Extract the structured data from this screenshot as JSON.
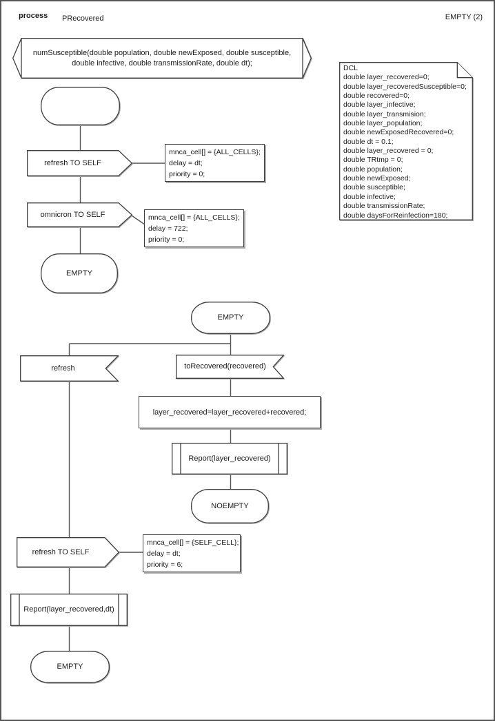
{
  "colors": {
    "background": "#ffffff",
    "line": "#525252",
    "shape_stroke": "#3e3e3e",
    "shadow": "#ababab",
    "text": "#1b1b1b"
  },
  "header": {
    "kind": "process",
    "name": "PRecovered",
    "page": "EMPTY (2)"
  },
  "declaration": {
    "lines": [
      "numSusceptible(double population, double newExposed, double susceptible,",
      "double infective, double transmissionRate, double dt);"
    ]
  },
  "dcl_note": {
    "lines": [
      "DCL",
      "double layer_recovered=0;",
      "double layer_recoveredSusceptible=0;",
      "double recovered=0;",
      "double layer_infective;",
      "double layer_transmision;",
      "double layer_population;",
      "double newExposedRecovered=0;",
      "double dt = 0.1;",
      "double layer_recovered = 0;",
      "double TRtmp = 0;",
      "double population;",
      "double newExposed;",
      "double susceptible;",
      "double infective;",
      "double transmissionRate;",
      "double daysForReinfection=180;"
    ]
  },
  "nodes": {
    "start_state": {
      "label": ""
    },
    "output_refresh_1": {
      "label": "refresh TO SELF"
    },
    "comment_refresh_1": {
      "lines": [
        "mnca_cell[] = {ALL_CELLS};",
        "delay = dt;",
        "priority = 0;"
      ]
    },
    "output_omnicron": {
      "label": "omnicron TO SELF"
    },
    "comment_omnicron": {
      "lines": [
        "mnca_cell[] = {ALL_CELLS};",
        "delay = 722;",
        "priority = 0;"
      ]
    },
    "state_empty_top": {
      "label": "EMPTY"
    },
    "state_empty_mid": {
      "label": "EMPTY"
    },
    "input_refresh": {
      "label": "refresh"
    },
    "input_torecovered": {
      "label": "toRecovered(recovered)"
    },
    "task_accumulate": {
      "label": "layer_recovered=layer_recovered+recovered;"
    },
    "proc_report": {
      "label": "Report(layer_recovered)"
    },
    "state_noempty": {
      "label": "NOEMPTY"
    },
    "output_refresh_2": {
      "label": "refresh TO SELF"
    },
    "comment_refresh_2": {
      "lines": [
        "mnca_cell[] = {SELF_CELL};",
        "delay = dt;",
        "priority = 6;"
      ]
    },
    "proc_report_dt": {
      "label": "Report(layer_recovered,dt)"
    },
    "state_empty_bottom": {
      "label": "EMPTY"
    }
  }
}
